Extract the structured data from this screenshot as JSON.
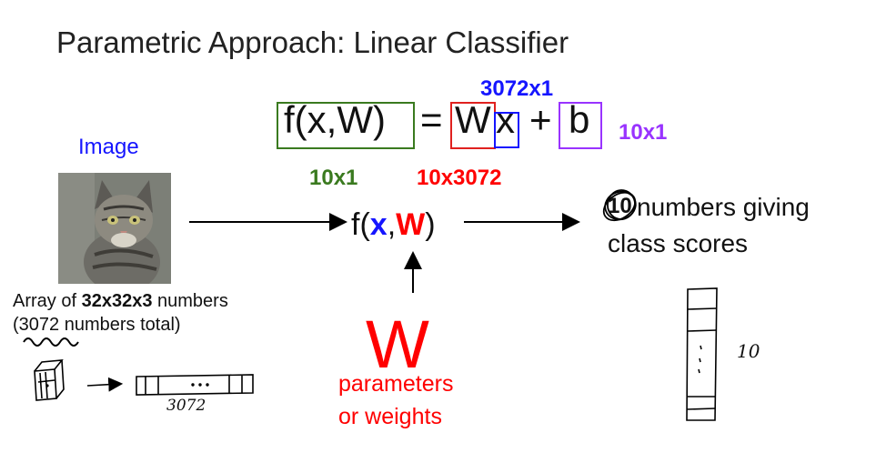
{
  "title": "Parametric Approach: Linear Classifier",
  "equation": {
    "lhs": "f(x,W)",
    "equals": "=",
    "W": "W",
    "x": "x",
    "plus": "+",
    "b": "b",
    "dims": {
      "x": "3072x1",
      "b": "10x1",
      "f": "10x1",
      "W": "10x3072"
    }
  },
  "image_label": "Image",
  "image_caption": {
    "line1_prefix": "Array of ",
    "line1_bold": "32x32x3",
    "line1_suffix": " numbers",
    "line2": "(3072 numbers total)"
  },
  "function": {
    "f_open": "f(",
    "x": "x",
    "comma": ",",
    "W": "W",
    "close": ")"
  },
  "output": {
    "count": "10",
    "line1": "numbers giving",
    "line2": "class scores"
  },
  "weights": {
    "symbol": "W",
    "line1": "parameters",
    "line2": "or weights"
  },
  "handwritten": {
    "flat_len": "3072",
    "vec_len": "10"
  },
  "colors": {
    "green": "#3a7a1f",
    "red": "#ff0000",
    "blue": "#1515ff",
    "purple": "#9933ff",
    "boxred": "#e0211f"
  }
}
